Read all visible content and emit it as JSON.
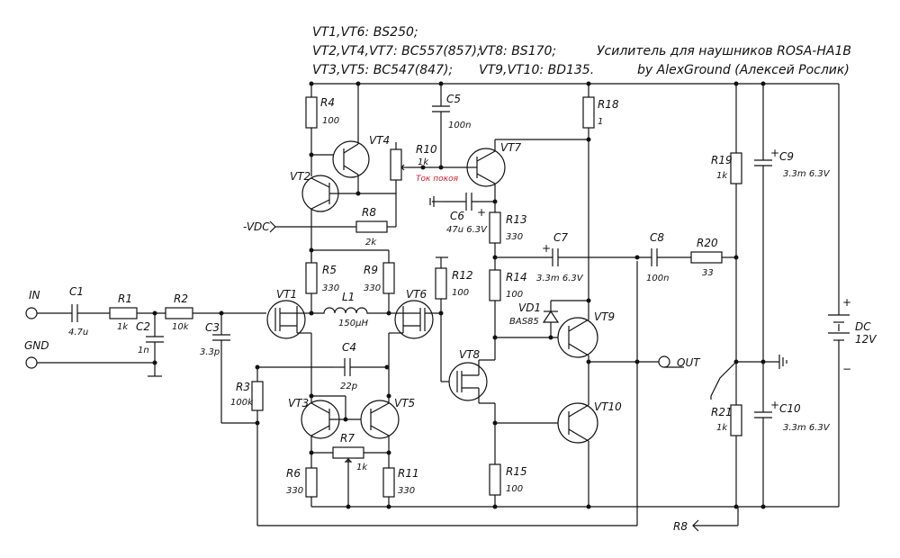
{
  "header": {
    "parts_line1": "VT1,VT6: BS250;",
    "parts_line2": "VT2,VT4,VT7: BC557(857);",
    "parts_line3": "VT3,VT5: BC547(847);",
    "parts_vt8": "VT8: BS170;",
    "parts_vt910": "VT9,VT10: BD135.",
    "title": "Усилитель для наушников ROSA-HA1B",
    "author": "by AlexGround (Алексей Рослик)"
  },
  "terminals": {
    "in": "IN",
    "gnd": "GND",
    "out": "OUT",
    "minus_vdc": "-VDC",
    "r8_ref": "R8",
    "dc": "DC",
    "dc_v": "12V"
  },
  "components": {
    "C1": {
      "ref": "C1",
      "val": "4.7u"
    },
    "R1": {
      "ref": "R1",
      "val": "1k"
    },
    "C2": {
      "ref": "C2",
      "val": "1n"
    },
    "R2": {
      "ref": "R2",
      "val": "10k"
    },
    "C3": {
      "ref": "C3",
      "val": "3.3p"
    },
    "R3": {
      "ref": "R3",
      "val": "100k"
    },
    "R4": {
      "ref": "R4",
      "val": "100"
    },
    "R5": {
      "ref": "R5",
      "val": "330"
    },
    "R6": {
      "ref": "R6",
      "val": "330"
    },
    "R7": {
      "ref": "R7",
      "val": "1k"
    },
    "R8": {
      "ref": "R8",
      "val": "2k"
    },
    "R9": {
      "ref": "R9",
      "val": "330"
    },
    "R10": {
      "ref": "R10",
      "val": "1k",
      "note": "Ток покоя"
    },
    "R11": {
      "ref": "R11",
      "val": "330"
    },
    "R12": {
      "ref": "R12",
      "val": "100"
    },
    "R13": {
      "ref": "R13",
      "val": "330"
    },
    "R14": {
      "ref": "R14",
      "val": "100"
    },
    "R15": {
      "ref": "R15",
      "val": "100"
    },
    "R18": {
      "ref": "R18",
      "val": "1"
    },
    "R19": {
      "ref": "R19",
      "val": "1k"
    },
    "R20": {
      "ref": "R20",
      "val": "33"
    },
    "R21": {
      "ref": "R21",
      "val": "1k"
    },
    "C4": {
      "ref": "C4",
      "val": "22p"
    },
    "C5": {
      "ref": "C5",
      "val": "100n"
    },
    "C6": {
      "ref": "C6",
      "val": "47u 6.3V"
    },
    "C7": {
      "ref": "C7",
      "val": "3.3m 6.3V"
    },
    "C8": {
      "ref": "C8",
      "val": "100n"
    },
    "C9": {
      "ref": "C9",
      "val": "3.3m 6.3V"
    },
    "C10": {
      "ref": "C10",
      "val": "3.3m 6.3V"
    },
    "L1": {
      "ref": "L1",
      "val": "150μH"
    },
    "VD1": {
      "ref": "VD1",
      "val": "BAS85"
    },
    "VT1": {
      "ref": "VT1"
    },
    "VT2": {
      "ref": "VT2"
    },
    "VT3": {
      "ref": "VT3"
    },
    "VT4": {
      "ref": "VT4"
    },
    "VT5": {
      "ref": "VT5"
    },
    "VT6": {
      "ref": "VT6"
    },
    "VT7": {
      "ref": "VT7"
    },
    "VT8": {
      "ref": "VT8"
    },
    "VT9": {
      "ref": "VT9"
    },
    "VT10": {
      "ref": "VT10"
    }
  },
  "symbols": {
    "plus": "+",
    "minus": "−"
  }
}
